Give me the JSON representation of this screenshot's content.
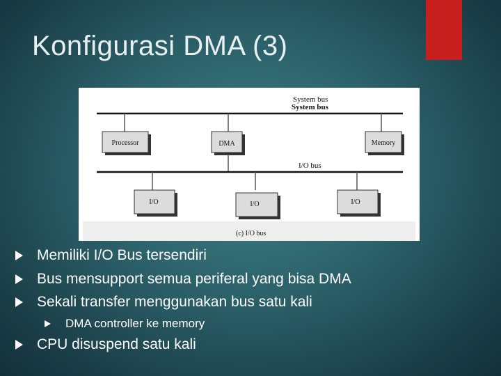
{
  "slide": {
    "title": "Konfigurasi DMA (3)"
  },
  "diagram": {
    "system_bus_label_top": "System bus",
    "system_bus_label": "System bus",
    "io_bus_label": "I/O bus",
    "caption": "(c) I/O bus",
    "modules": {
      "processor": "Processor",
      "dma": "DMA",
      "memory": "Memory",
      "io1": "I/O",
      "io2": "I/O",
      "io3": "I/O"
    }
  },
  "bullets": [
    "Memiliki I/O Bus tersendiri",
    "Bus mensupport semua periferal yang bisa DMA",
    "Sekali transfer menggunakan bus satu kali",
    "DMA controller ke memory",
    "CPU disuspend satu kali"
  ],
  "colors": {
    "accent": "#c8201e",
    "background": "#2b6069"
  }
}
